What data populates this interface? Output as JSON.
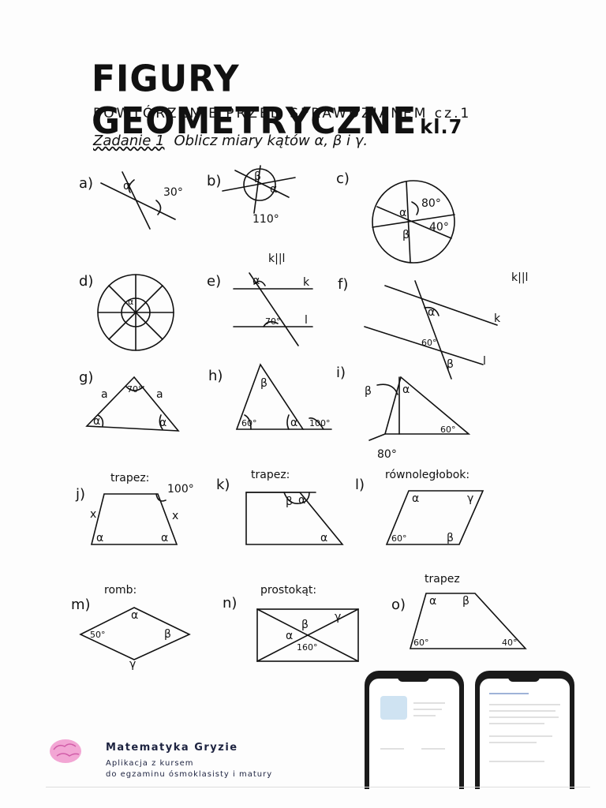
{
  "header": {
    "title": "FIGURY GEOMETRYCZNE",
    "title_suffix": "kl.7",
    "subtitle": "POWTÓRZENIE PRZED SPRAWDZIANEM cz.1",
    "task_label": "Zadanie 1",
    "task_text": "Oblicz miary kątów α, β i γ."
  },
  "exercises": {
    "a": {
      "label": "a)",
      "angles": [
        "α",
        "30°"
      ]
    },
    "b": {
      "label": "b)",
      "angles": [
        "β",
        "α",
        "110°"
      ]
    },
    "c": {
      "label": "c)",
      "angles": [
        "80°",
        "α",
        "40°",
        "β"
      ]
    },
    "d": {
      "label": "d)",
      "angles": [
        "α"
      ]
    },
    "e": {
      "label": "e)",
      "note": "k||l",
      "line_k": "k",
      "line_l": "l",
      "angles": [
        "α",
        "70°"
      ]
    },
    "f": {
      "label": "f)",
      "note": "k||l",
      "line_k": "k",
      "line_l": "l",
      "angles": [
        "α",
        "60°",
        "β"
      ]
    },
    "g": {
      "label": "g)",
      "sides": [
        "a",
        "a"
      ],
      "angles": [
        "70°",
        "α",
        "α"
      ]
    },
    "h": {
      "label": "h)",
      "angles": [
        "β",
        "60°",
        "α",
        "100°"
      ]
    },
    "i": {
      "label": "i)",
      "angles": [
        "β",
        "α",
        "60°",
        "80°"
      ]
    },
    "j": {
      "label": "j)",
      "caption": "trapez:",
      "sides": [
        "x",
        "x"
      ],
      "angles": [
        "100°",
        "α",
        "α"
      ]
    },
    "k": {
      "label": "k)",
      "caption": "trapez:",
      "angles": [
        "β",
        "α",
        "α"
      ]
    },
    "l": {
      "label": "l)",
      "caption": "równoległobok:",
      "angles": [
        "α",
        "γ",
        "60°",
        "β"
      ]
    },
    "m": {
      "label": "m)",
      "caption": "romb:",
      "angles": [
        "α",
        "50°",
        "β",
        "γ"
      ]
    },
    "n": {
      "label": "n)",
      "caption": "prostokąt:",
      "angles": [
        "γ",
        "β",
        "α",
        "160°"
      ]
    },
    "o": {
      "label": "o)",
      "caption": "trapez",
      "angles": [
        "α",
        "β",
        "60°",
        "40°"
      ]
    }
  },
  "brand": {
    "name": "Matematyka Gryzie",
    "desc_line1": "Aplikacja z kursem",
    "desc_line2": "do egzaminu ósmoklasisty i matury"
  }
}
